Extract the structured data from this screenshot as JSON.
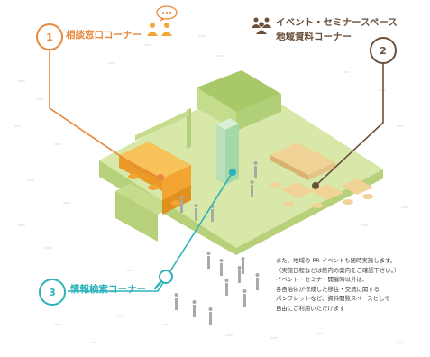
{
  "callouts": [
    {
      "number": "1",
      "label": "相談窓口コーナー",
      "color": "#e8883a"
    },
    {
      "number": "2",
      "label_line1": "イベント・セミナースペース",
      "label_line2": "地域資料コーナー",
      "color": "#6a4f3a"
    },
    {
      "number": "3",
      "label": "情報検索コーナー",
      "color": "#2bb3b9"
    }
  ],
  "note_lines": [
    "また、地域の PR イベントも随時実施します。",
    "（実施日程などは館内の案内をご確認下さい。）",
    "イベント・セミナー開催時以外は、",
    "各自治体が作成した移住・交流に関する",
    "パンフレットなど、資料閲覧スペースとして",
    "自由にご利用いただけます"
  ],
  "colors": {
    "floor": "#d7e8a9",
    "floor_side": "#b7d07a",
    "wall": "#c4dc8b",
    "counter": "#f2a533",
    "table": "#f1d398",
    "kiosk": "#b9e0b8"
  }
}
